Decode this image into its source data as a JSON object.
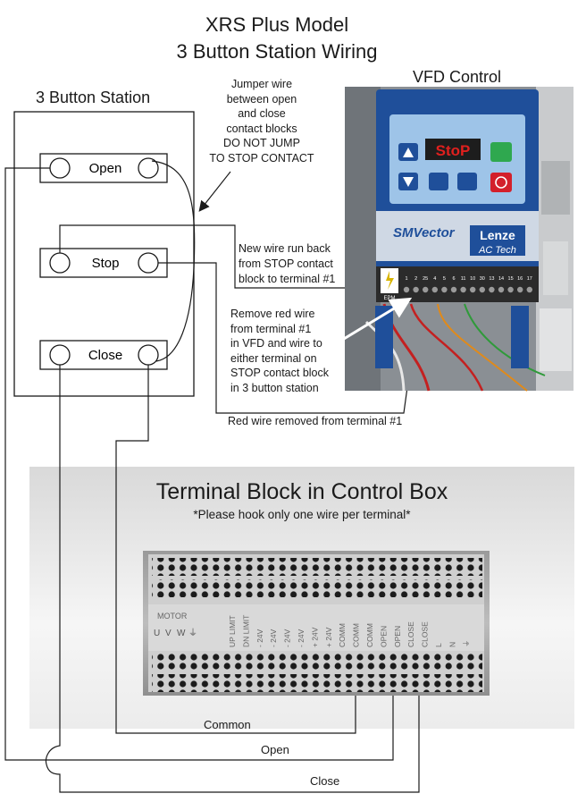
{
  "title": {
    "line1": "XRS Plus Model",
    "line2": "3 Button Station Wiring"
  },
  "station": {
    "heading": "3 Button Station",
    "buttons": [
      {
        "label": "Open"
      },
      {
        "label": "Stop"
      },
      {
        "label": "Close"
      }
    ]
  },
  "vfd": {
    "heading": "VFD Control",
    "display": "StoP",
    "brand_primary": "SMVector",
    "brand_secondary": "Lenze",
    "brand_tertiary": "AC Tech",
    "epm": "EPM",
    "terminal_numbers": [
      "1",
      "2",
      "25",
      "4",
      "5",
      "6",
      "11",
      "10",
      "30",
      "13",
      "14",
      "15",
      "16",
      "17"
    ]
  },
  "notes": {
    "jumper": [
      "Jumper wire",
      "between open",
      "and close",
      "contact blocks",
      "DO NOT JUMP",
      "TO STOP CONTACT"
    ],
    "new_wire": [
      "New wire run back",
      "from STOP contact",
      "block to terminal #1"
    ],
    "remove_red": [
      "Remove red wire",
      "from terminal #1",
      "in VFD and wire to",
      "either terminal on",
      "STOP contact block",
      "in 3 button station"
    ],
    "red_removed": "Red wire removed from terminal #1"
  },
  "terminal_block": {
    "heading": "Terminal Block in Control Box",
    "subheading": "*Please hook only one wire per terminal*",
    "motor_label": "MOTOR",
    "motor_terminals": [
      "U",
      "V",
      "W",
      "⏚"
    ],
    "labels": [
      "UP LIMIT",
      "DN LIMIT",
      "- 24V",
      "- 24V",
      "- 24V",
      "- 24V",
      "+ 24V",
      "+ 24V",
      "COMM",
      "COMM",
      "COMM",
      "OPEN",
      "OPEN",
      "CLOSE",
      "CLOSE",
      "L",
      "N",
      "⏚"
    ]
  },
  "wire_labels": {
    "common": "Common",
    "open": "Open",
    "close": "Close"
  },
  "colors": {
    "vfd_blue": "#1f4f9a",
    "display_red": "#e0201e",
    "start_green": "#2fa84f",
    "stop_red": "#d3202b",
    "panel_gray": "#ebebeb"
  }
}
